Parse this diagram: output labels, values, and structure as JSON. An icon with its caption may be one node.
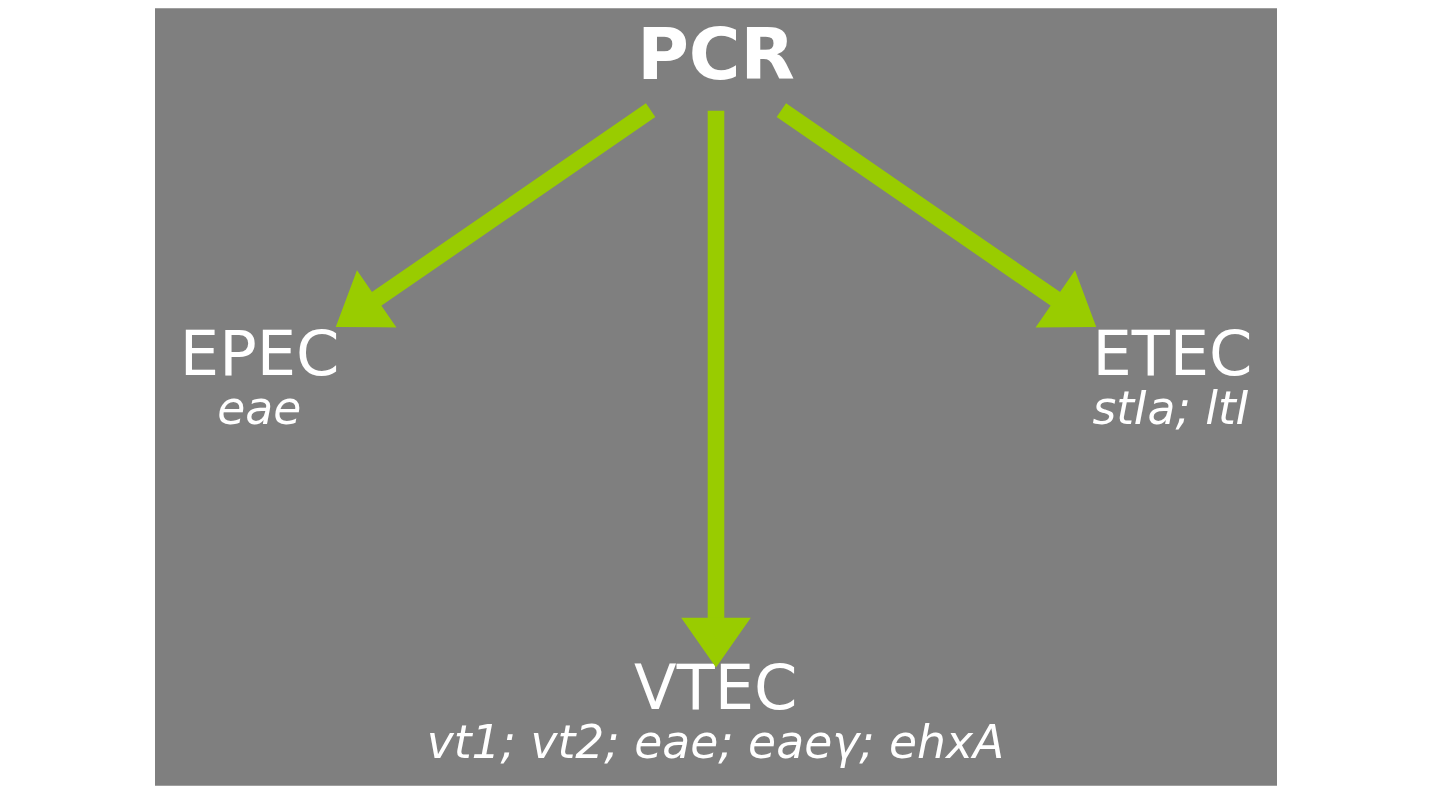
{
  "diagram": {
    "nodes": [
      {
        "text": [
          "PCR"
        ]
      },
      {
        "text": [
          "EPEC",
          "eae"
        ]
      },
      {
        "text": [
          "VTEC",
          "vt1; vt2; eae; eaeγ; ehxA"
        ]
      },
      {
        "text": [
          "ETEC",
          "stIa; ltI"
        ]
      }
    ],
    "edges": [
      {
        "from": 0,
        "to": 1,
        "arrow": "to"
      },
      {
        "from": 0,
        "to": 2,
        "arrow": "to"
      },
      {
        "from": 0,
        "to": 3,
        "arrow": "to"
      }
    ]
  }
}
